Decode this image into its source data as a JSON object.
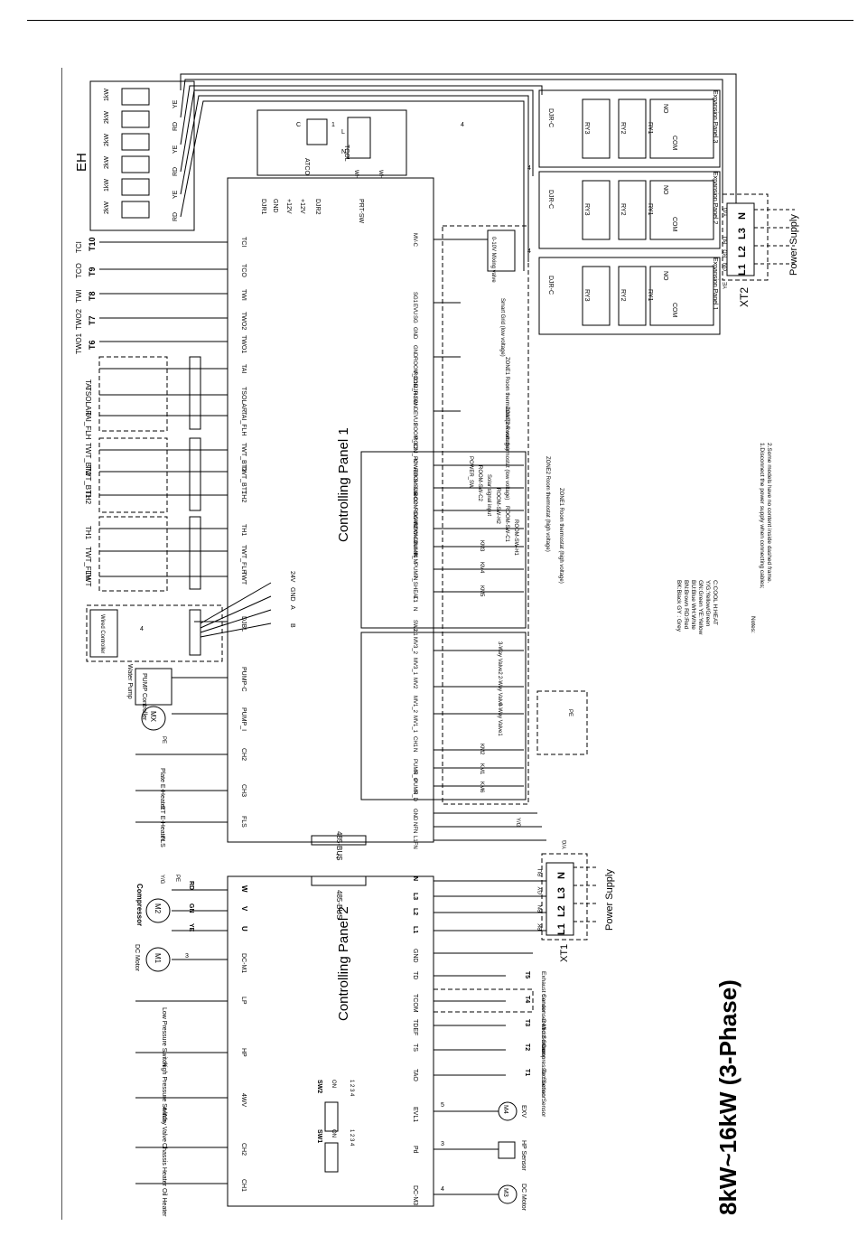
{
  "title": "8kW~16kW (3-Phase)",
  "panels": {
    "panel1": "Controlling Panel 1",
    "panel2": "Controlling Panel 2"
  },
  "bus_labels": [
    "485-BUS",
    "485-BUS"
  ],
  "eh": {
    "label": "EH",
    "steps": [
      "1kW",
      "2kW",
      "2kW",
      "2kW",
      "1kW",
      "2kW"
    ],
    "wires": [
      "YE",
      "RD",
      "YE",
      "RD",
      "YE",
      "RD"
    ]
  },
  "panel1_top_terminals": [
    "DJR1",
    "GND",
    "+12V",
    "+12V",
    "DJR2",
    "PRT-SW"
  ],
  "atco": {
    "label": "ATCO",
    "pins": [
      "C",
      "1"
    ]
  },
  "tcol": {
    "label": "TCOL",
    "pins": [
      "L",
      "N"
    ]
  },
  "wh_labels": [
    "WH",
    "WH"
  ],
  "expansion_panels": [
    {
      "name": "Expansion Panel 3",
      "djr": "DJR-C",
      "relays": [
        "RY3",
        "RY2",
        "RY1"
      ],
      "no": "NO",
      "com": "COM",
      "pins": [
        "3",
        "4",
        "4",
        "3"
      ]
    },
    {
      "name": "Expansion Panel 2",
      "djr": "DJR-C",
      "relays": [
        "RY3",
        "RY2",
        "RY1"
      ],
      "no": "NO",
      "com": "COM",
      "pins": [
        "3",
        "4",
        "4",
        "3"
      ]
    },
    {
      "name": "Expansion Panel 1",
      "djr": "DJR-C",
      "relays": [
        "RY3",
        "RY2",
        "RY1"
      ],
      "no": "NO",
      "com": "COM",
      "pins": [
        "3",
        "4",
        "4",
        "3"
      ]
    }
  ],
  "xt2": {
    "label": "XT2",
    "terminals": [
      "L1",
      "L2",
      "L3",
      "N"
    ],
    "wire_colors": [
      "YE",
      "GN",
      "BU",
      "Y/G",
      "RD"
    ],
    "power_supply": "Power Supply"
  },
  "sensors_left": [
    {
      "id": "T10",
      "name": "TCI",
      "term": "TCI"
    },
    {
      "id": "T9",
      "name": "TCO",
      "term": "TCO"
    },
    {
      "id": "T8",
      "name": "TWI",
      "term": "TWI"
    },
    {
      "id": "T7",
      "name": "TWO2",
      "term": "TWO2"
    },
    {
      "id": "T6",
      "name": "TWO1",
      "term": "TWO1"
    }
  ],
  "dashed_sensors": [
    "TAI",
    "TSOLAR",
    "TAI_FLH",
    "TWT_BT2",
    "TWT_BT1",
    "TH2",
    "TH1",
    "TWT_FLH",
    "TWT"
  ],
  "panel1_left_terminals": [
    "TCI",
    "TCO",
    "TWI",
    "TWO2",
    "TWO1",
    "TAI",
    "TSOLAR",
    "TAI_FLH",
    "TWT_BT2",
    "TWT_BT1",
    "TH2",
    "TH1",
    "TWT_FLH",
    "TWT",
    "DJBL",
    "PUMP-C",
    "PUMP_I",
    "CH2",
    "CH3",
    "FLS"
  ],
  "wired_controller": {
    "label": "Wired Controller",
    "count": "4",
    "terminals": [
      "24V",
      "GND",
      "A",
      "B"
    ]
  },
  "water_pump": {
    "label": "Water Pump",
    "controller": "PUMP Controller",
    "motor": "MX",
    "pe": "PE"
  },
  "heaters": {
    "plate": "Plate E-Heater",
    "et": "ET E-Heater",
    "fls": "FLS"
  },
  "panel1_right_terminals": [
    "MV-C",
    "SG1",
    "EVU",
    "SG",
    "GND",
    "GND",
    "ROOM_C1",
    "ROOM_H1",
    "DJR-SW",
    "GND",
    "EVU1",
    "ROOM_C2",
    "ROOM_H2",
    "POWER-S",
    "ROOM-SW-C2",
    "SUN",
    "ROOM-SW-H2",
    "ROOM-SW-C1",
    "ROOM-SW-H1",
    "PUMP_M",
    "N",
    "PUMP_S",
    "N",
    "HEAT1",
    "L1",
    "N",
    "SW2",
    "L1"
  ],
  "panel1_right_lower_terminals": [
    "MV3_2",
    "MV3_1",
    "MV2",
    "MV1_2",
    "MV1_1",
    "CH1",
    "N",
    "PUMP_O",
    "N",
    "PUMP_D",
    "N"
  ],
  "right_labels": {
    "mixing_valve": "0-10V Mixing valve",
    "smart_grid": "Smart Grid (low voltage)",
    "zone1_low": "ZONE1 Room thermostat (low voltage)",
    "zone2_low": "ZONE2 Room thermostat (low voltage)",
    "power_sw": "POWER_SW",
    "room_sw_c2": "ROOM-SW-C2",
    "solar": "Solar signal input",
    "room_sw_h2": "ROOM-SW-H2",
    "zone2_high": "ZONE2 Room thermostat (high voltage)",
    "room_sw_c1": "ROOM-SW-C1",
    "zone1_high": "ZONE1 Room thermostat (high voltage)",
    "room_sw_h1": "ROOM-SW-H1",
    "valve3_2": "3-Way Valve2",
    "valve2": "2-Way Valve",
    "valve3_1": "3-Way Valve1",
    "km_labels": [
      "KM3",
      "KM4",
      "KM5",
      "KM2",
      "KM1",
      "KM6"
    ],
    "gnd": "GND",
    "nfn": "NFN",
    "l1fn": "L1FN",
    "pe": "PE",
    "yg": "Y/G"
  },
  "legend": {
    "colors": [
      "BK:Black   GY : Grey",
      "BN:Brown   RD:Red",
      "BU:Blue    WH:White",
      "GN:Green   YE:Yellow",
      "Y/G:Yellow/Green",
      "C:COOL    H:HEAT"
    ],
    "notes_title": "Notes:",
    "notes": [
      "1.Disconnect the power supply when connecting cables;",
      "2.Some models have no content inside dashed frame."
    ]
  },
  "panel2_left_terminals": [
    "W",
    "V",
    "U",
    "DC-M1",
    "LP",
    "HP",
    "4WV",
    "CH2",
    "CH1"
  ],
  "compressor": {
    "label": "Compressor",
    "motor": "M2",
    "phases": [
      "W",
      "V",
      "U"
    ],
    "wires": [
      "RD",
      "GN",
      "YE"
    ],
    "yg": "Y/G",
    "pe": "PE"
  },
  "dc_motor": {
    "label": "DC Motor",
    "motor": "M1",
    "count": "3"
  },
  "switches": {
    "low": "Low Pressure Switch",
    "high": "High Pressure Switch",
    "fourway": "4-Way Valve",
    "chassis": "Chassis Heater",
    "oil": "Oil Heater"
  },
  "sw1": {
    "label": "SW1",
    "on": "ON",
    "pins": "1 2 3 4"
  },
  "sw2": {
    "label": "SW2",
    "on": "ON",
    "pins": "1 2 3 4"
  },
  "panel2_bottom_terminals": [
    "EVL1",
    "Pd",
    "DC-M3"
  ],
  "bottom_components": [
    {
      "motor": "M4",
      "label": "EXV",
      "count": "5"
    },
    {
      "motor": "",
      "label": "HP Sensor",
      "count": "3"
    },
    {
      "motor": "M3",
      "label": "DC Motor",
      "count": "4"
    }
  ],
  "panel2_right_terminals": [
    "N",
    "L3",
    "L2",
    "L1",
    "GND",
    "TD",
    "TCOM",
    "TDEF",
    "TS",
    "TAO"
  ],
  "panel2_sensors": [
    {
      "id": "T5",
      "name": "Exhaust Sensor"
    },
    {
      "id": "T4",
      "name": "Condenser Mid Sensor"
    },
    {
      "id": "T3",
      "name": "Defrost Sensor"
    },
    {
      "id": "T2",
      "name": "Compressor Suction Sensor"
    },
    {
      "id": "T1",
      "name": "Tao Sensor"
    }
  ],
  "xt1": {
    "label": "XT1",
    "terminals": [
      "L1",
      "L2",
      "L3",
      "N"
    ],
    "wire_colors": [
      "BK",
      "BN",
      "GY",
      "BU"
    ],
    "yg": "Y/G",
    "power_supply": "Power Supply"
  },
  "misc": {
    "count4a": "4",
    "count4b": "4",
    "count2": "2",
    "count4c": "4"
  }
}
